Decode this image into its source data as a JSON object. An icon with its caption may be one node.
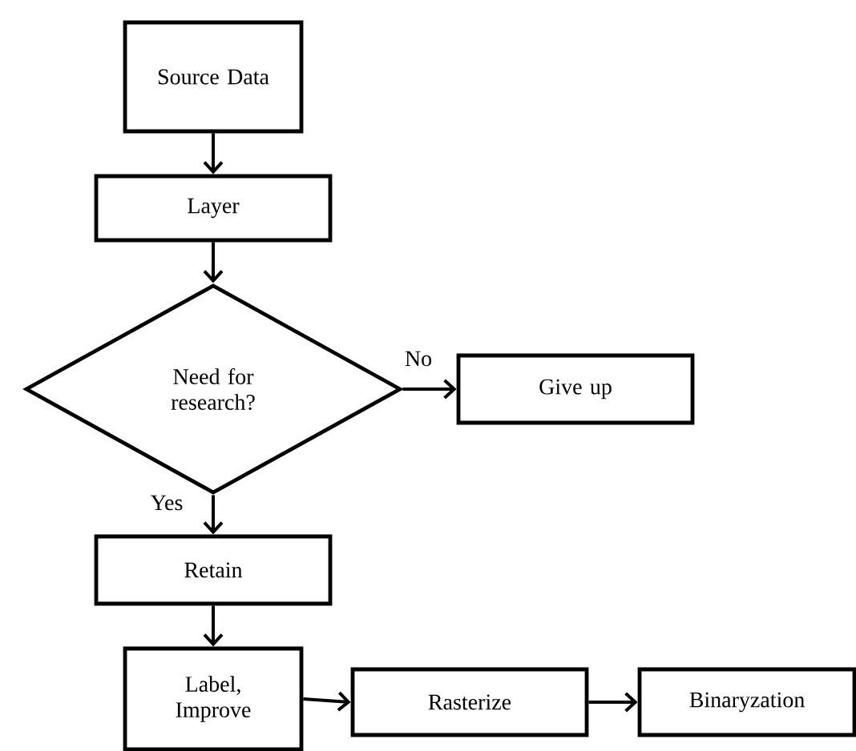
{
  "diagram": {
    "nodes": [
      {
        "text": [
          "Source Data"
        ]
      },
      {
        "text": [
          "Layer"
        ]
      },
      {
        "text": [
          "Need for research?"
        ]
      },
      {
        "text": [
          "Give up"
        ]
      },
      {
        "text": [
          "Retain"
        ]
      },
      {
        "text": [
          "Label, Improve"
        ]
      },
      {
        "text": [
          "Rasterize"
        ]
      },
      {
        "text": [
          "Binaryzation"
        ]
      }
    ],
    "edges": [
      {
        "from": 0,
        "to": 1,
        "arrow": "to"
      },
      {
        "from": 1,
        "to": 2,
        "arrow": "to"
      },
      {
        "from": 2,
        "to": 3,
        "arrow": "to",
        "label": "No"
      },
      {
        "from": 2,
        "to": 4,
        "arrow": "to",
        "label": "Yes"
      },
      {
        "from": 4,
        "to": 5,
        "arrow": "to"
      },
      {
        "from": 5,
        "to": 6,
        "arrow": "to"
      },
      {
        "from": 6,
        "to": 7,
        "arrow": "to"
      }
    ]
  }
}
